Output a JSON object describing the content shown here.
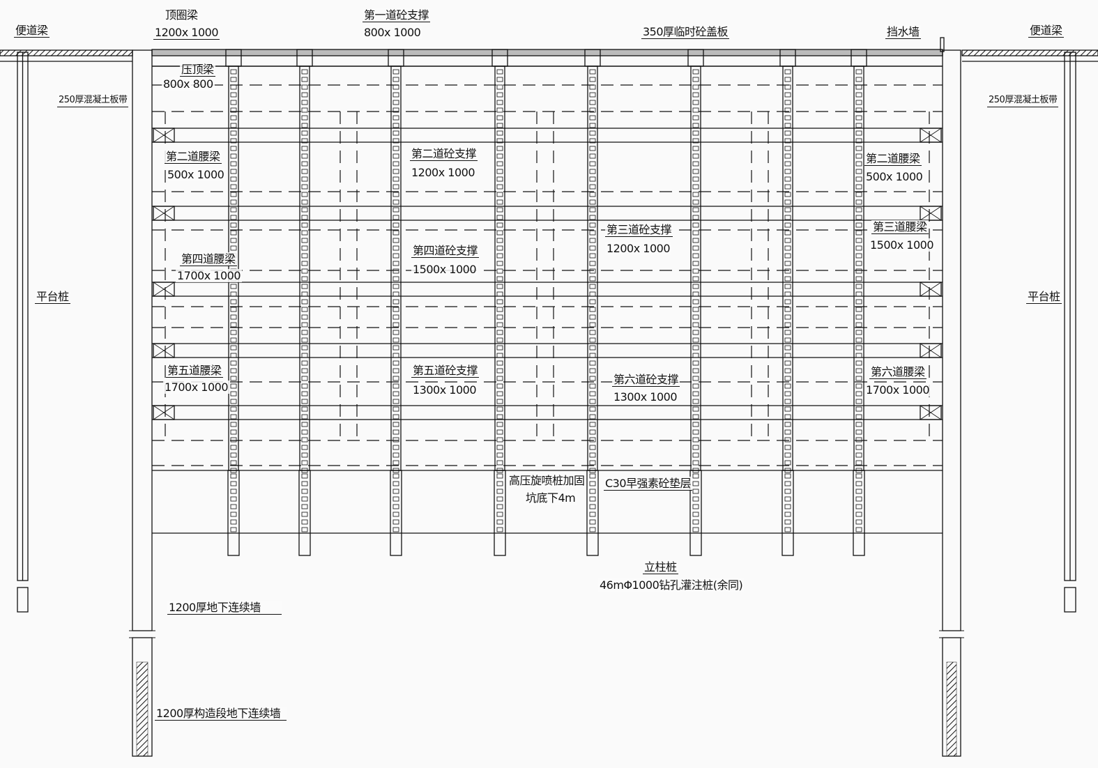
{
  "labels": {
    "access_beam_left": "便道梁",
    "access_beam_right": "便道梁",
    "crown_beam": "顶圈梁",
    "crown_beam_size": "1200x 1000",
    "strut1": "第一道砼支撑",
    "strut1_size": "800x 1000",
    "cover_slab": "350厚临时砼盖板",
    "flood_wall": "挡水墙",
    "capping_beam": "压顶梁",
    "capping_beam_size": "800x 800",
    "slab_band_left": "250厚混凝土板带",
    "slab_band_right": "250厚混凝土板带",
    "waler2_left": "第二道腰梁",
    "waler2_left_size": "500x 1000",
    "strut2": "第二道砼支撑",
    "strut2_size": "1200x 1000",
    "waler2_right": "第二道腰梁",
    "waler2_right_size": "500x 1000",
    "strut3": "第三道砼支撑",
    "strut3_size": "1200x 1000",
    "waler3": "第三道腰梁",
    "waler3_size": "1500x 1000",
    "waler4": "第四道腰梁",
    "waler4_size": "1700x 1000",
    "strut4": "第四道砼支撑",
    "strut4_size": "1500x 1000",
    "platform_pile_left": "平台桩",
    "platform_pile_right": "平台桩",
    "waler5": "第五道腰梁",
    "waler5_size": "1700x 1000",
    "strut5": "第五道砼支撑",
    "strut5_size": "1300x 1000",
    "strut6": "第六道砼支撑",
    "strut6_size": "1300x 1000",
    "waler6": "第六道腰梁",
    "waler6_size": "1700x 1000",
    "cushion": "C30早强素砼垫层",
    "jet_grout_1": "高压旋喷桩加固",
    "jet_grout_2": "坑底下4m",
    "column_pile": "立柱桩",
    "column_pile_spec": "46mΦ1000钻孔灌注桩(余同)",
    "diaphragm_wall": "1200厚地下连续墙",
    "structural_wall": "1200厚构造段地下连续墙"
  }
}
